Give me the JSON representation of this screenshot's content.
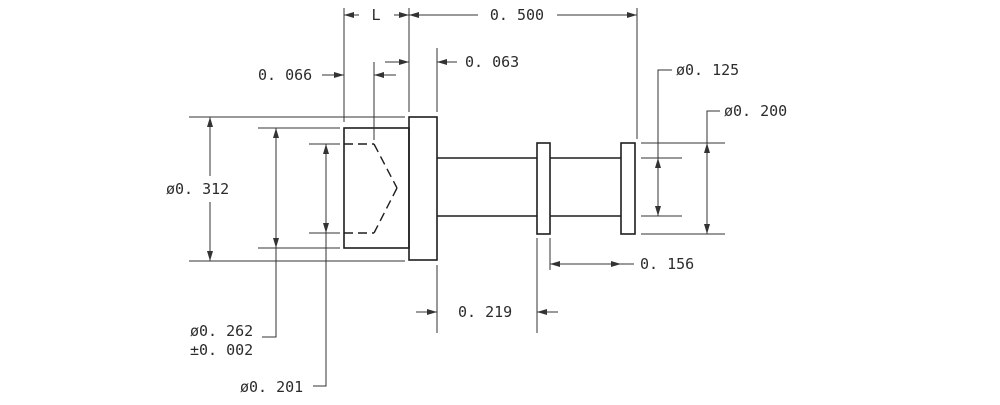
{
  "dimensions": {
    "length_l": "L",
    "overall_length": "0. 500",
    "dim_066": "0. 066",
    "dim_063": "0. 063",
    "dia_125": "ø0. 125",
    "dia_200": "ø0. 200",
    "dia_312": "ø0. 312",
    "dim_156": "0. 156",
    "dim_219": "0. 219",
    "dia_262": "ø0. 262",
    "tol_262": "±0. 002",
    "dia_201": "ø0. 201"
  }
}
